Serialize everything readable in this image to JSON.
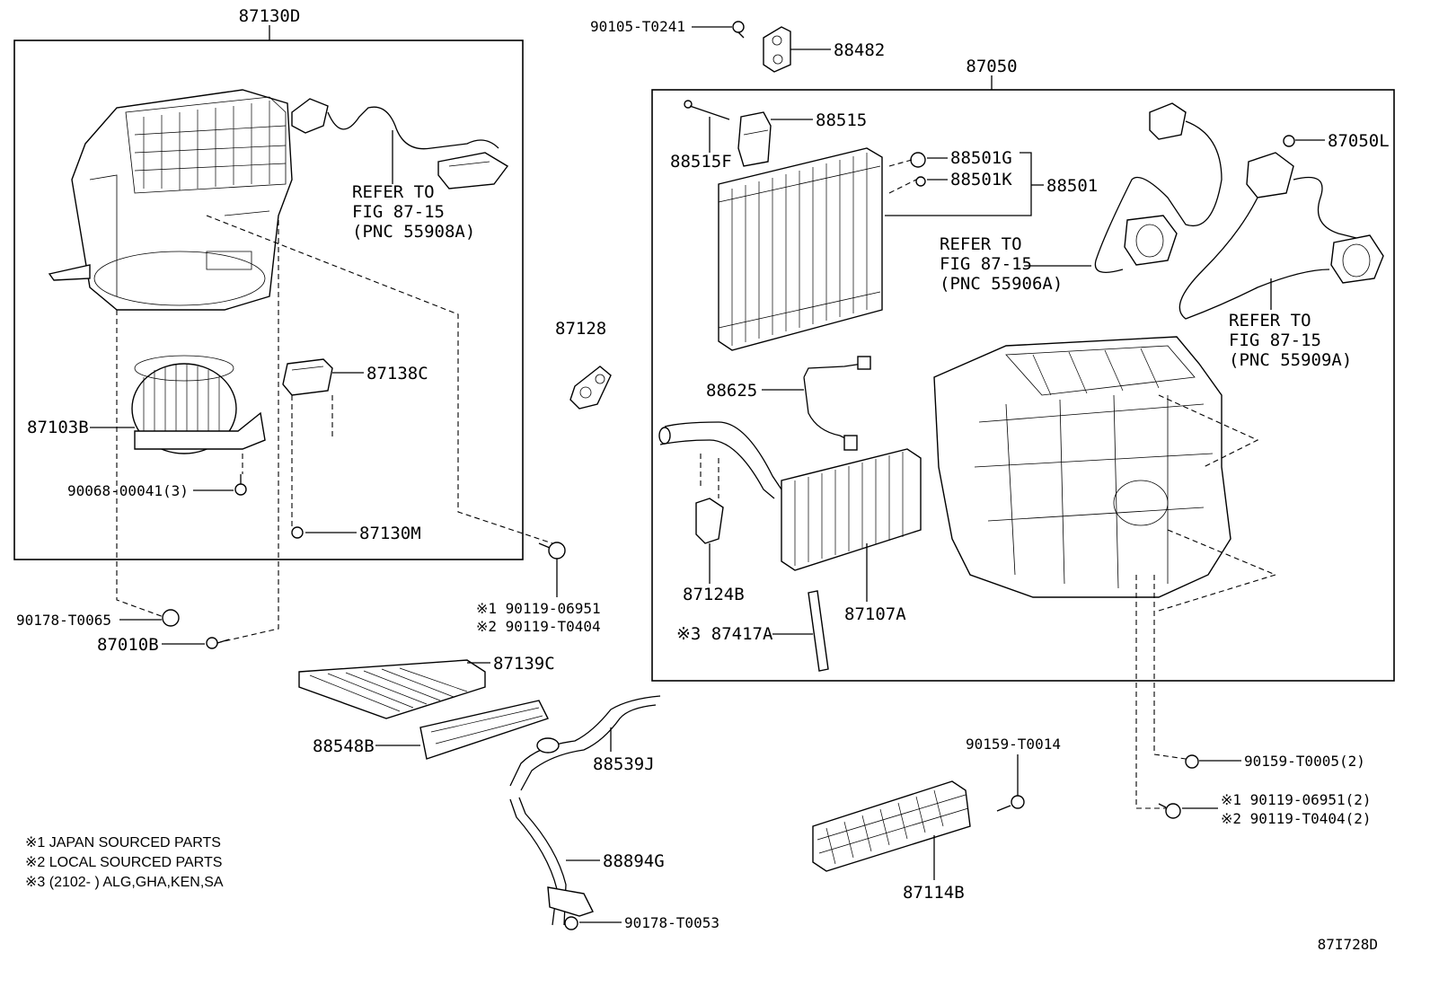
{
  "labels": {
    "a87130D": "87130D",
    "a90105T0241": "90105-T0241",
    "a88482": "88482",
    "a87050": "87050",
    "a88515": "88515",
    "a88515F": "88515F",
    "a88501G": "88501G",
    "a88501K": "88501K",
    "a88501": "88501",
    "a87050L": "87050L",
    "refer1_l1": "REFER TO",
    "refer1_l2": "FIG 87-15",
    "refer1_l3": "(PNC 55908A)",
    "refer2_l1": "REFER TO",
    "refer2_l2": "FIG 87-15",
    "refer2_l3": "(PNC 55906A)",
    "refer3_l1": "REFER TO",
    "refer3_l2": "FIG 87-15",
    "refer3_l3": "(PNC 55909A)",
    "a87128": "87128",
    "a87138C": "87138C",
    "a87103B": "87103B",
    "a90068": "90068-00041(3)",
    "a87130M": "87130M",
    "a88625": "88625",
    "a87124B": "87124B",
    "a87107A": "87107A",
    "a87417A": "※3 87417A",
    "a90178T0065": "90178-T0065",
    "a87010B": "87010B",
    "a90119_1": "※1 90119-06951",
    "a90119_2": "※2 90119-T0404",
    "a87139C": "87139C",
    "a88548B": "88548B",
    "a88539J": "88539J",
    "a88894G": "88894G",
    "a90178T0053": "90178-T0053",
    "a90159T0014": "90159-T0014",
    "a87114B": "87114B",
    "a90159T0005": "90159-T0005(2)",
    "a90119_3": "※1 90119-06951(2)",
    "a90119_4": "※2 90119-T0404(2)",
    "diagram_code": "87I728D"
  },
  "notes": {
    "n1": "※1 JAPAN SOURCED PARTS",
    "n2": "※2 LOCAL SOURCED PARTS",
    "n3": "※3 (2102-        ) ALG,GHA,KEN,SA"
  }
}
